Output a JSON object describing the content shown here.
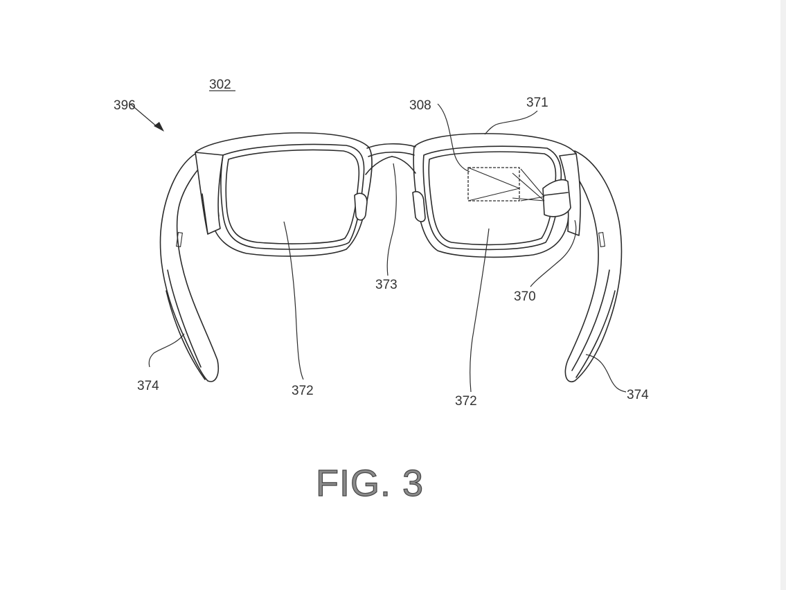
{
  "figure": {
    "caption": "FIG. 3",
    "labels": {
      "ref_302": "302",
      "ref_396": "396",
      "ref_308": "308",
      "ref_371": "371",
      "ref_373": "373",
      "ref_370": "370",
      "ref_374_left": "374",
      "ref_374_right": "374",
      "ref_372_left": "372",
      "ref_372_right": "372"
    }
  },
  "colors": {
    "line": "#2b2b2b",
    "caption_fill": "#8a8a8a",
    "background": "#ffffff"
  }
}
